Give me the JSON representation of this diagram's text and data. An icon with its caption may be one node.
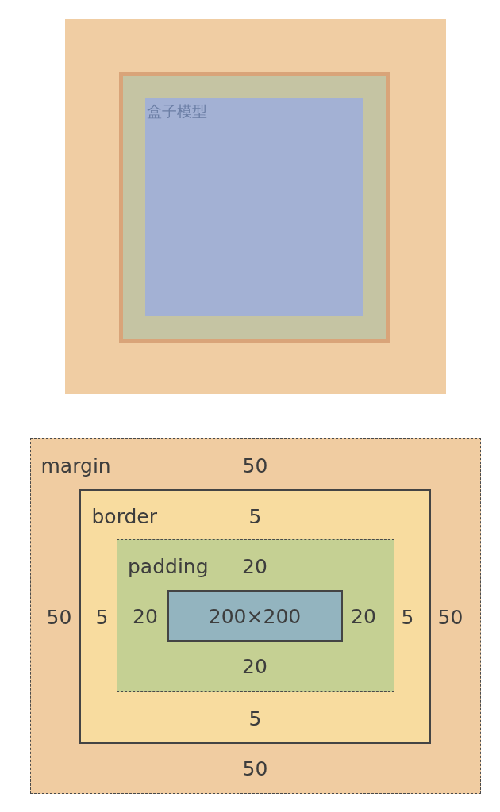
{
  "diagram": {
    "nodes": [
      {
        "text": [],
        "shape": "box"
      },
      {
        "text": [],
        "shape": "box",
        "in": 0
      },
      {
        "text": [
          "盒子模型"
        ],
        "in": 1
      },
      {
        "text": [
          "margin",
          "50",
          "50",
          "50",
          "50"
        ]
      },
      {
        "text": [
          "border",
          "5",
          "5",
          "5",
          "5"
        ],
        "in": 3
      },
      {
        "text": [
          "padding",
          "20",
          "20",
          "20",
          "20"
        ],
        "in": 4
      },
      {
        "text": [
          "200×200"
        ],
        "in": 5
      }
    ]
  }
}
